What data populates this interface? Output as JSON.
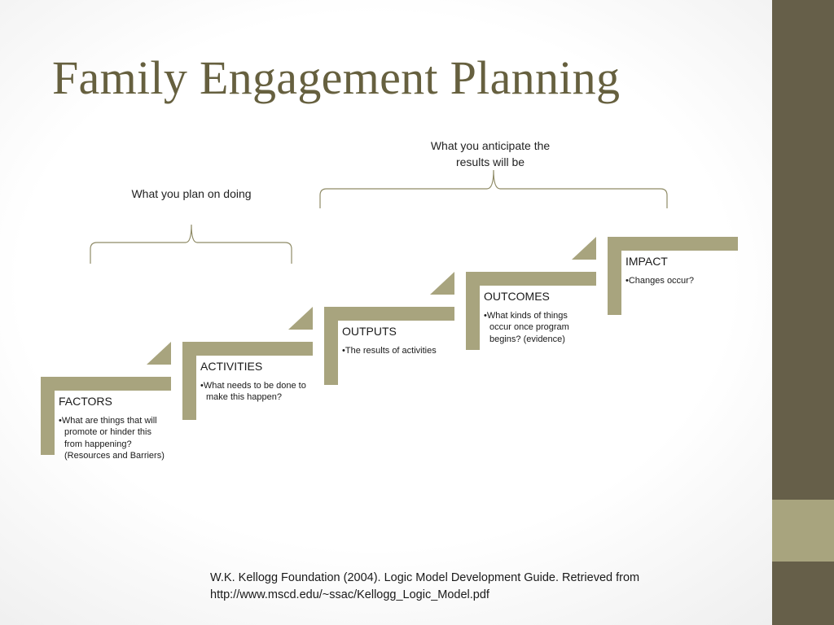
{
  "title": "Family Engagement Planning",
  "brace_labels": {
    "plan": "What you plan on doing",
    "anticipate_line1": "What you anticipate the",
    "anticipate_line2": "results will be"
  },
  "steps": [
    {
      "heading": "FACTORS",
      "detail": "•What are things that will promote or hinder this from happening? (Resources and Barriers)"
    },
    {
      "heading": "ACTIVITIES",
      "detail": "•What needs to be done to make this happen?"
    },
    {
      "heading": "OUTPUTS",
      "detail": "•The results of activities"
    },
    {
      "heading": "OUTCOMES",
      "detail": "•What kinds of things occur once program begins? (evidence)"
    },
    {
      "heading": "IMPACT",
      "detail": "•Changes occur?"
    }
  ],
  "citation": {
    "line1": "W.K. Kellogg Foundation (2004). Logic Model Development Guide. Retrieved from",
    "line2": "http://www.mscd.edu/~ssac/Kellogg_Logic_Model.pdf"
  },
  "colors": {
    "step_fill": "#a8a47e",
    "sidebar": "#665f49",
    "sidebar_accent": "#a8a47e",
    "title": "#66603f",
    "brace": "#8f8b66"
  }
}
